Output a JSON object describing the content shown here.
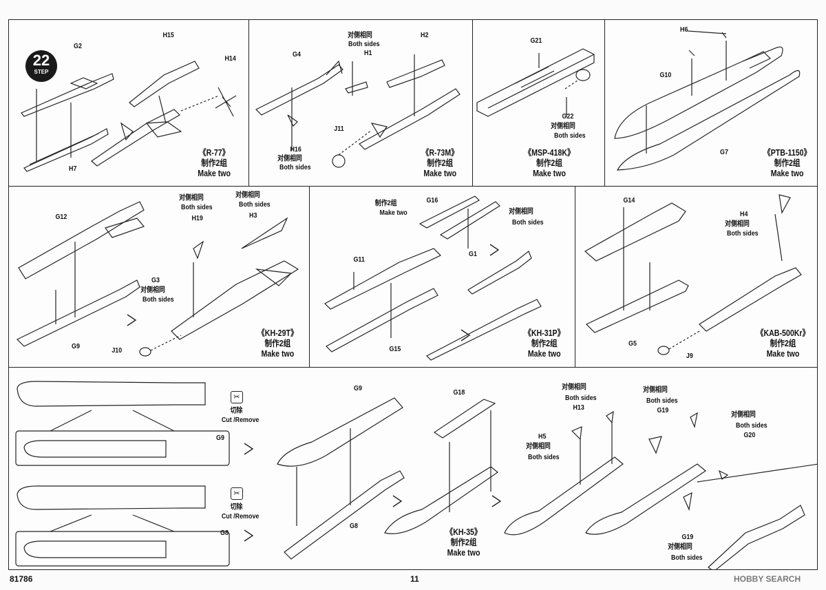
{
  "step": {
    "number": "22",
    "word": "STEP"
  },
  "footer": {
    "code": "81786",
    "page": "11",
    "watermark": "HOBBY SEARCH"
  },
  "common": {
    "both_sides_cn": "对侧相同",
    "both_sides_en": "Both sides",
    "make_two_cn": "制作2组",
    "make_two_en": "Make two",
    "cut_cn": "切除",
    "cut_en": "Cut /Remove"
  },
  "panels": {
    "r77": {
      "title": "《R-77》",
      "parts": {
        "g2": "G2",
        "h15": "H15",
        "h14": "H14",
        "h7": "H7"
      }
    },
    "r73m": {
      "title": "《R-73M》",
      "parts": {
        "g4": "G4",
        "h1": "H1",
        "h2": "H2",
        "j11": "J11",
        "h16": "H16"
      }
    },
    "msp": {
      "title": "《MSP-418K》",
      "parts": {
        "g21": "G21",
        "g22": "G22"
      }
    },
    "ptb": {
      "title": "《PTB-1150》",
      "parts": {
        "h6": "H6",
        "g10": "G10",
        "g7": "G7"
      }
    },
    "kh29t": {
      "title": "《KH-29T》",
      "parts": {
        "g12": "G12",
        "h19": "H19",
        "h3": "H3",
        "g3": "G3",
        "g9": "G9",
        "j10": "J10"
      }
    },
    "kh31p": {
      "title": "《KH-31P》",
      "parts": {
        "g16": "G16",
        "g1": "G1",
        "g11": "G11",
        "g15": "G15"
      }
    },
    "kab": {
      "title": "《KAB-500Kr》",
      "parts": {
        "g14": "G14",
        "h4": "H4",
        "g5": "G5",
        "j9": "J9"
      }
    },
    "kh35": {
      "title": "《KH-35》",
      "parts": {
        "g9": "G9",
        "g8": "G8",
        "g9b": "G9",
        "g8b": "G8",
        "g18": "G18",
        "h13": "H13",
        "h5": "H5",
        "g19": "G19",
        "g20": "G20",
        "g19b": "G19"
      }
    }
  }
}
